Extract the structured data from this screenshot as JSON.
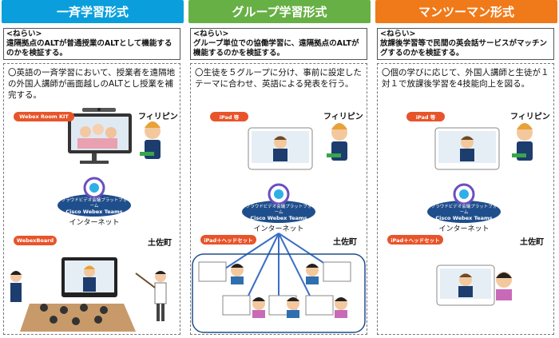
{
  "colors": {
    "col1_header": "#0a9fdc",
    "col2_header": "#67b045",
    "col3_header": "#f07a1a",
    "tag": "#e8542a",
    "line": "#3a6fc4",
    "platform": "#1f4e8c"
  },
  "columns": [
    {
      "title": "一斉学習形式",
      "aim_title": "<ねらい>",
      "aim_text": "遠隔拠点のALTが普通授業のALTとして機能するのかを検証する。",
      "desc": "〇英語の一斉学習において、授業者を遠隔地の外国人講師が画面越しのALTとし授業を補完する。",
      "tag_top": "Webex Room KIT",
      "tag_bottom": "WebexBoard",
      "place_top": "フィリピン",
      "place_bottom": "土佐町",
      "platform_line1": "クラウドビデオ会議プラットフォーム",
      "platform_line2": "Cisco Webex Teams",
      "internet": "インターネット"
    },
    {
      "title": "グループ学習形式",
      "aim_title": "<ねらい>",
      "aim_text": "グループ単位での協働学習に、遠隔拠点のALTが機能するのかを検証する。",
      "desc": "〇生徒を５グループに分け、事前に設定したテーマに合わせ、英語による発表を行う。",
      "tag_top": "iPad 等",
      "tag_bottom": "iPad＋ヘッドセット",
      "place_top": "フィリピン",
      "place_bottom": "土佐町",
      "platform_line1": "クラウドビデオ会議プラットフォーム",
      "platform_line2": "Cisco Webex Teams",
      "internet": "インターネット"
    },
    {
      "title": "マンツーマン形式",
      "aim_title": "<ねらい>",
      "aim_text": "放課後学習等で民間の英会話サービスがマッチングするのかを検証する。",
      "desc": "〇個の学びに応じて、外国人講師と生徒が１対１で放課後学習を4技能向上を図る。",
      "tag_top": "iPad 等",
      "tag_bottom": "iPad＋ヘッドセット",
      "place_top": "フィリピン",
      "place_bottom": "土佐町",
      "platform_line1": "クラウドビデオ会議プラットフォーム",
      "platform_line2": "Cisco Webex Teams",
      "internet": "インターネット"
    }
  ]
}
